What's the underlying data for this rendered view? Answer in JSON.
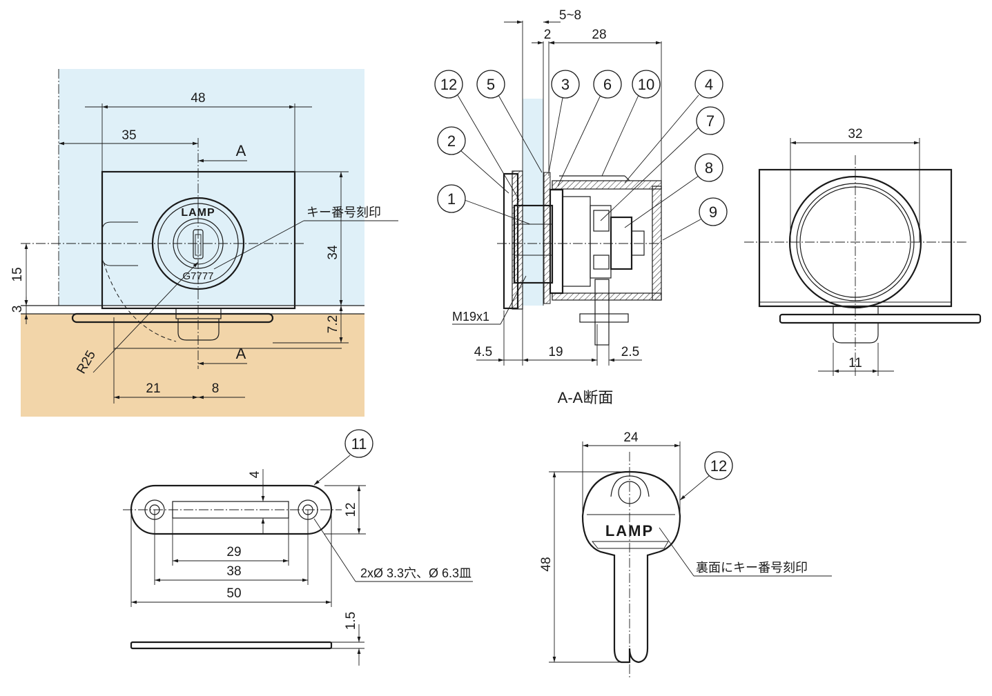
{
  "colors": {
    "glass": "#dff0f8",
    "wood": "#f2d5a9",
    "line": "#1a1a1a"
  },
  "front_view": {
    "dim_48": "48",
    "dim_35": "35",
    "dim_34": "34",
    "dim_15": "15",
    "dim_3": "3",
    "dim_7_2": "7.2",
    "dim_21": "21",
    "dim_8": "8",
    "radius": "R25",
    "section_mark_top": "A",
    "section_mark_bottom": "A",
    "cylinder_brand": "LAMP",
    "key_number_stamp": "G7777",
    "callout_key_number": "キー番号刻印"
  },
  "section_view": {
    "caption": "A-A断面",
    "dim_5_8": "5~8",
    "dim_2": "2",
    "dim_28": "28",
    "dim_4_5": "4.5",
    "dim_19": "19",
    "dim_2_5": "2.5",
    "thread_label": "M19x1",
    "part_numbers": [
      "12",
      "5",
      "3",
      "6",
      "10",
      "4",
      "2",
      "7",
      "8",
      "1",
      "9"
    ]
  },
  "side_view": {
    "dim_32": "32",
    "dim_11": "11"
  },
  "strike_plate": {
    "part_number": "11",
    "dim_4": "4",
    "dim_12": "12",
    "dim_29": "29",
    "dim_38": "38",
    "dim_50": "50",
    "dim_1_5": "1.5",
    "hole_note": "2xØ 3.3穴、Ø 6.3皿"
  },
  "key": {
    "part_number": "12",
    "dim_24": "24",
    "dim_48": "48",
    "brand": "LAMP",
    "callout_back_stamp": "裏面にキー番号刻印"
  }
}
